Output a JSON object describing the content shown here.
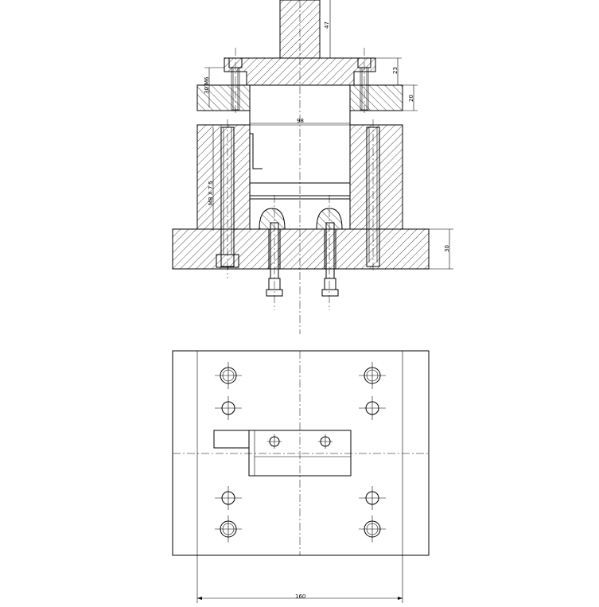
{
  "dimensions": {
    "punch_height": "47",
    "holder_top": "23",
    "holder_plate": "20",
    "bolt_left": "30 M6",
    "guide_width": "98",
    "pillar_label": "M8 X 7.5",
    "base_plate": "30",
    "plan_width": "160"
  }
}
